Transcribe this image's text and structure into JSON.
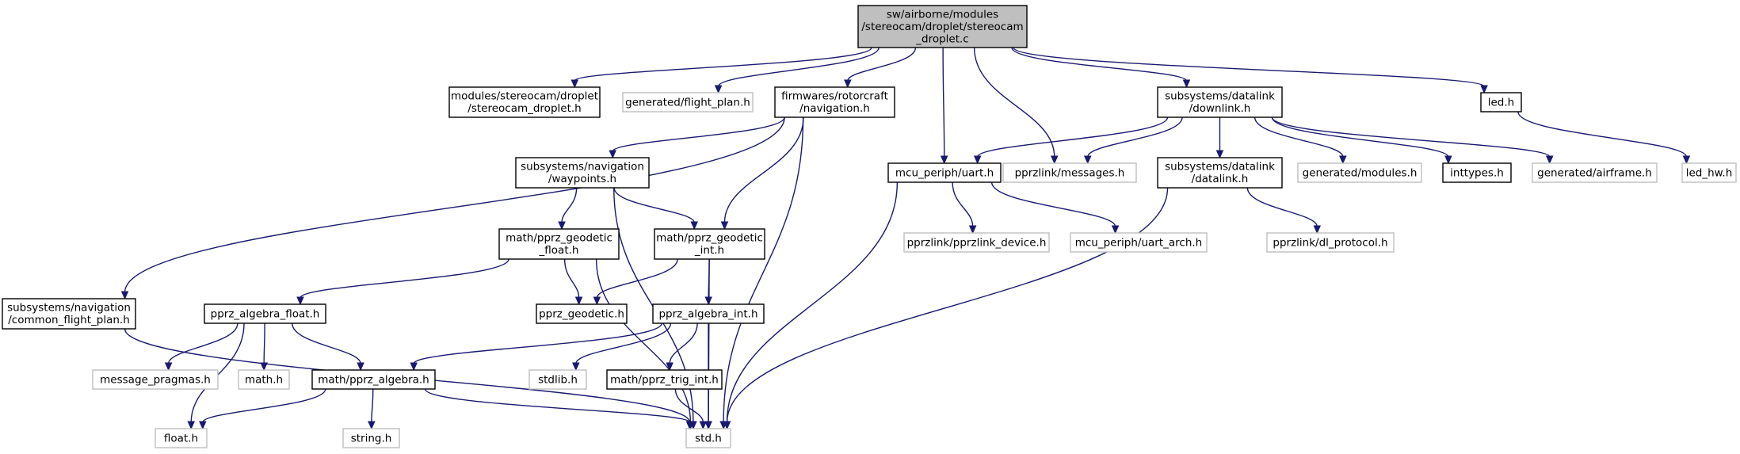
{
  "graph": {
    "nodes": [
      {
        "id": "n0",
        "lines": [
          "sw/airborne/modules",
          "/stereocam/droplet/stereocam",
          "_droplet.c"
        ],
        "kind": "root"
      },
      {
        "id": "n1",
        "lines": [
          "modules/stereocam/droplet",
          "/stereocam_droplet.h"
        ],
        "kind": "doc"
      },
      {
        "id": "n2",
        "lines": [
          "generated/flight_plan.h"
        ],
        "kind": "ext"
      },
      {
        "id": "n3",
        "lines": [
          "firmwares/rotorcraft",
          "/navigation.h"
        ],
        "kind": "doc"
      },
      {
        "id": "n4",
        "lines": [
          "subsystems/navigation",
          "/waypoints.h"
        ],
        "kind": "doc"
      },
      {
        "id": "n5",
        "lines": [
          "math/pprz_geodetic",
          "_float.h"
        ],
        "kind": "doc"
      },
      {
        "id": "n6",
        "lines": [
          "math/pprz_geodetic",
          "_int.h"
        ],
        "kind": "doc"
      },
      {
        "id": "n7",
        "lines": [
          "subsystems/navigation",
          "/common_flight_plan.h"
        ],
        "kind": "doc"
      },
      {
        "id": "n8",
        "lines": [
          "pprz_algebra_float.h"
        ],
        "kind": "doc"
      },
      {
        "id": "n9",
        "lines": [
          "pprz_geodetic.h"
        ],
        "kind": "doc"
      },
      {
        "id": "n10",
        "lines": [
          "pprz_algebra_int.h"
        ],
        "kind": "doc"
      },
      {
        "id": "n11",
        "lines": [
          "message_pragmas.h"
        ],
        "kind": "ext"
      },
      {
        "id": "n12",
        "lines": [
          "math.h"
        ],
        "kind": "ext"
      },
      {
        "id": "n13",
        "lines": [
          "math/pprz_algebra.h"
        ],
        "kind": "doc"
      },
      {
        "id": "n14",
        "lines": [
          "stdlib.h"
        ],
        "kind": "ext"
      },
      {
        "id": "n15",
        "lines": [
          "math/pprz_trig_int.h"
        ],
        "kind": "doc"
      },
      {
        "id": "n16",
        "lines": [
          "float.h"
        ],
        "kind": "ext"
      },
      {
        "id": "n17",
        "lines": [
          "string.h"
        ],
        "kind": "ext"
      },
      {
        "id": "n18",
        "lines": [
          "std.h"
        ],
        "kind": "ext"
      },
      {
        "id": "n19",
        "lines": [
          "mcu_periph/uart.h"
        ],
        "kind": "doc"
      },
      {
        "id": "n20",
        "lines": [
          "pprzlink/messages.h"
        ],
        "kind": "ext"
      },
      {
        "id": "n21",
        "lines": [
          "subsystems/datalink",
          "/downlink.h"
        ],
        "kind": "doc"
      },
      {
        "id": "n22",
        "lines": [
          "subsystems/datalink",
          "/datalink.h"
        ],
        "kind": "doc"
      },
      {
        "id": "n23",
        "lines": [
          "generated/modules.h"
        ],
        "kind": "ext"
      },
      {
        "id": "n24",
        "lines": [
          "inttypes.h"
        ],
        "kind": "doc"
      },
      {
        "id": "n25",
        "lines": [
          "generated/airframe.h"
        ],
        "kind": "ext"
      },
      {
        "id": "n26",
        "lines": [
          "led.h"
        ],
        "kind": "doc"
      },
      {
        "id": "n27",
        "lines": [
          "led_hw.h"
        ],
        "kind": "ext"
      },
      {
        "id": "n28",
        "lines": [
          "pprzlink/pprzlink_device.h"
        ],
        "kind": "ext"
      },
      {
        "id": "n29",
        "lines": [
          "mcu_periph/uart_arch.h"
        ],
        "kind": "ext"
      },
      {
        "id": "n30",
        "lines": [
          "pprzlink/dl_protocol.h"
        ],
        "kind": "ext"
      }
    ],
    "edges": [
      [
        "n0",
        "n1"
      ],
      [
        "n0",
        "n2"
      ],
      [
        "n0",
        "n3"
      ],
      [
        "n0",
        "n19"
      ],
      [
        "n0",
        "n20"
      ],
      [
        "n0",
        "n21"
      ],
      [
        "n0",
        "n26"
      ],
      [
        "n3",
        "n7"
      ],
      [
        "n3",
        "n4"
      ],
      [
        "n3",
        "n6"
      ],
      [
        "n3",
        "n18"
      ],
      [
        "n4",
        "n5"
      ],
      [
        "n4",
        "n6"
      ],
      [
        "n4",
        "n18"
      ],
      [
        "n5",
        "n8"
      ],
      [
        "n5",
        "n9"
      ],
      [
        "n5",
        "n18"
      ],
      [
        "n6",
        "n9"
      ],
      [
        "n6",
        "n10"
      ],
      [
        "n6",
        "n18"
      ],
      [
        "n7",
        "n18"
      ],
      [
        "n8",
        "n16"
      ],
      [
        "n8",
        "n11"
      ],
      [
        "n8",
        "n12"
      ],
      [
        "n8",
        "n13"
      ],
      [
        "n10",
        "n13"
      ],
      [
        "n10",
        "n14"
      ],
      [
        "n10",
        "n15"
      ],
      [
        "n10",
        "n18"
      ],
      [
        "n13",
        "n16"
      ],
      [
        "n13",
        "n17"
      ],
      [
        "n13",
        "n18"
      ],
      [
        "n15",
        "n18"
      ],
      [
        "n19",
        "n28"
      ],
      [
        "n19",
        "n29"
      ],
      [
        "n19",
        "n18"
      ],
      [
        "n21",
        "n19"
      ],
      [
        "n21",
        "n20"
      ],
      [
        "n21",
        "n22"
      ],
      [
        "n21",
        "n23"
      ],
      [
        "n21",
        "n24"
      ],
      [
        "n21",
        "n25"
      ],
      [
        "n22",
        "n30"
      ],
      [
        "n22",
        "n18"
      ],
      [
        "n26",
        "n27"
      ]
    ]
  }
}
